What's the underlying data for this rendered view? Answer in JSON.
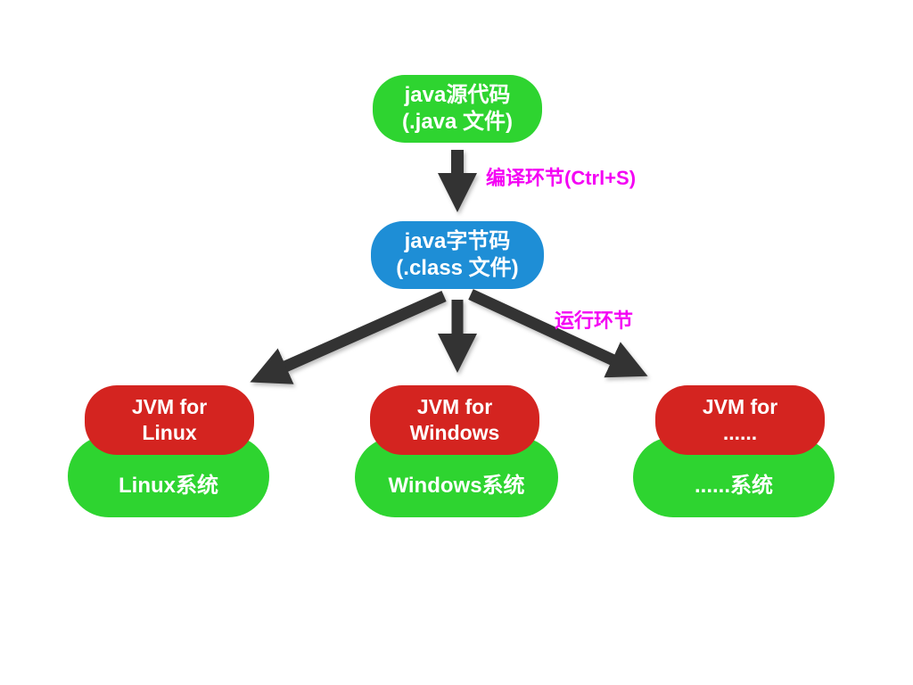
{
  "diagram": {
    "title_hint": "java cross-platform execution flow",
    "source_box": {
      "line1": "java源代码",
      "line2": "(.java 文件)"
    },
    "bytecode_box": {
      "line1": "java字节码",
      "line2": "(.class 文件)"
    },
    "compile_label": "编译环节(Ctrl+S)",
    "run_label": "运行环节",
    "targets": [
      {
        "jvm_line1": "JVM for",
        "jvm_line2": "Linux",
        "os": "Linux系统"
      },
      {
        "jvm_line1": "JVM for",
        "jvm_line2": "Windows",
        "os": "Windows系统"
      },
      {
        "jvm_line1": "JVM for",
        "jvm_line2": "......",
        "os": "......系统"
      }
    ],
    "colors": {
      "green": "#2ed430",
      "red": "#d42420",
      "blue": "#1e8ed6",
      "arrow": "#333333",
      "label_magenta": "#f400f4",
      "background": "#ffffff"
    }
  }
}
